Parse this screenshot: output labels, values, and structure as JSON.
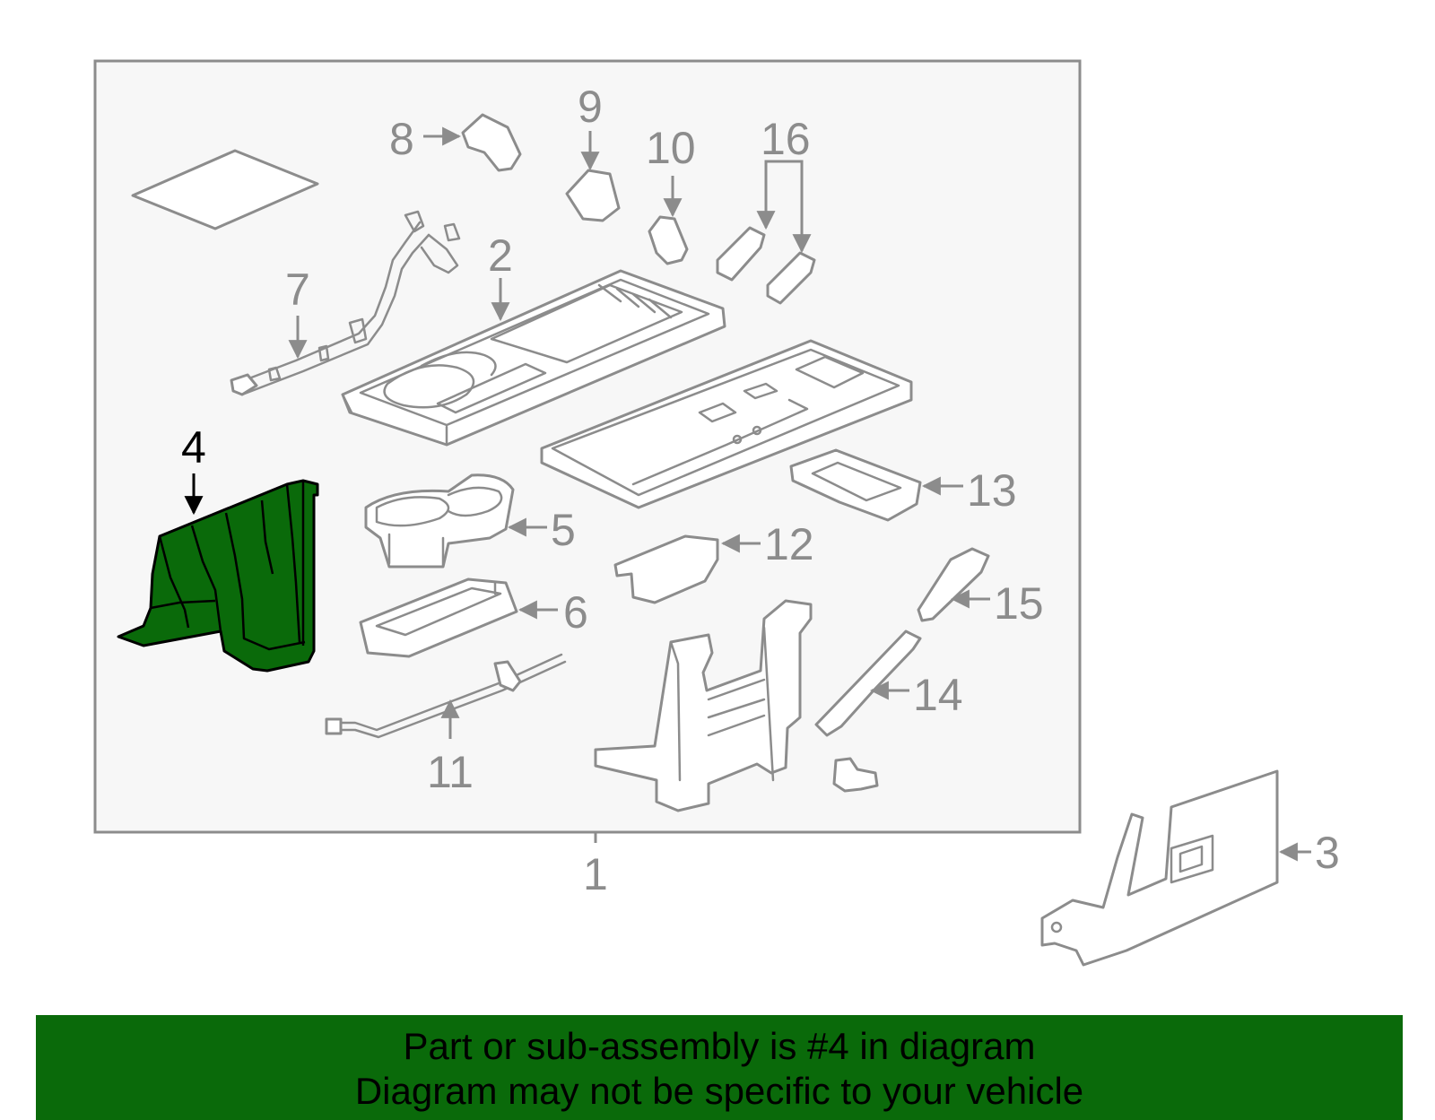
{
  "callouts": [
    {
      "id": "1",
      "label": "1"
    },
    {
      "id": "2",
      "label": "2"
    },
    {
      "id": "3",
      "label": "3"
    },
    {
      "id": "4",
      "label": "4",
      "highlighted": true
    },
    {
      "id": "5",
      "label": "5"
    },
    {
      "id": "6",
      "label": "6"
    },
    {
      "id": "7",
      "label": "7"
    },
    {
      "id": "8",
      "label": "8"
    },
    {
      "id": "9",
      "label": "9"
    },
    {
      "id": "10",
      "label": "10"
    },
    {
      "id": "11",
      "label": "11"
    },
    {
      "id": "12",
      "label": "12"
    },
    {
      "id": "13",
      "label": "13"
    },
    {
      "id": "14",
      "label": "14"
    },
    {
      "id": "15",
      "label": "15"
    },
    {
      "id": "16",
      "label": "16"
    }
  ],
  "banner": {
    "line1": "Part or sub-assembly is #4 in diagram",
    "line2": "Diagram may not be specific to your vehicle"
  },
  "colors": {
    "highlight": "#0a6a0a",
    "line": "#8c8c8c",
    "panel": "#f7f7f7"
  }
}
